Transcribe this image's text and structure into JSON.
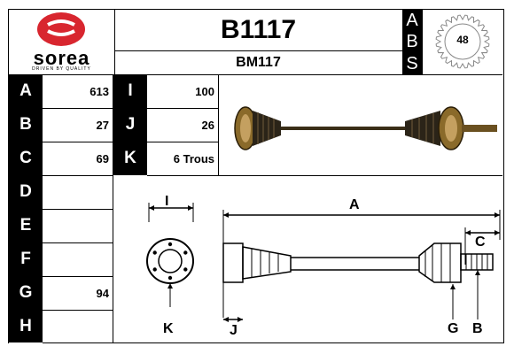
{
  "brand": {
    "name": "sorea",
    "tagline": "DRIVEN BY QUALITY",
    "color": "#d8262f"
  },
  "header": {
    "part_number": "B1117",
    "ref": "BM117",
    "side_letters": [
      "A",
      "B",
      "S"
    ],
    "spline_count": "48"
  },
  "specs": [
    {
      "label": "A",
      "value": "613"
    },
    {
      "label": "B",
      "value": "27"
    },
    {
      "label": "C",
      "value": "69"
    },
    {
      "label": "D",
      "value": ""
    },
    {
      "label": "E",
      "value": ""
    },
    {
      "label": "F",
      "value": ""
    },
    {
      "label": "G",
      "value": "94"
    },
    {
      "label": "H",
      "value": ""
    }
  ],
  "specs_right": [
    {
      "label": "I",
      "value": "100"
    },
    {
      "label": "J",
      "value": "26"
    },
    {
      "label": "K",
      "value": "6 Trous"
    }
  ],
  "diagram_labels": {
    "i": "I",
    "a": "A",
    "c": "C",
    "k": "K",
    "j": "J",
    "g": "G",
    "b": "B"
  }
}
